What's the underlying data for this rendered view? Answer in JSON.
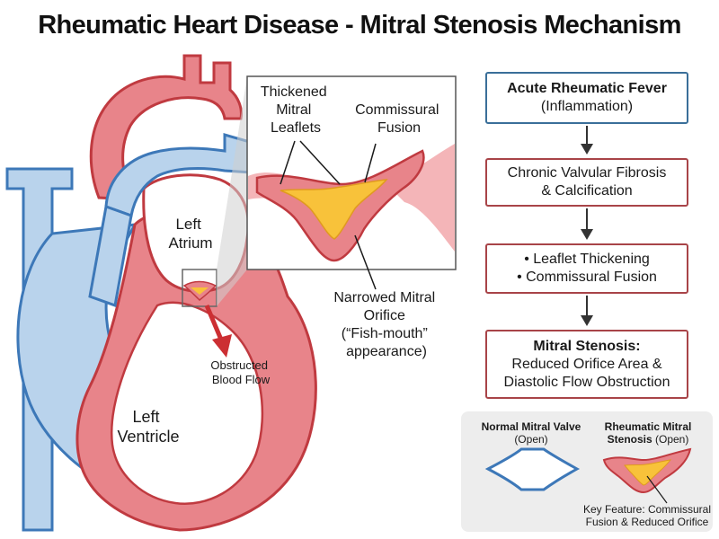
{
  "title": "Rheumatic Heart Disease - Mitral Stenosis Mechanism",
  "heart_labels": {
    "left_atrium": [
      "Left",
      "Atrium"
    ],
    "left_ventricle": [
      "Left",
      "Ventricle"
    ],
    "obstructed_flow": [
      "Obstructed",
      "Blood Flow"
    ]
  },
  "inset_labels": {
    "thickened_leaflets": [
      "Thickened",
      "Mitral",
      "Leaflets"
    ],
    "commissural_fusion": [
      "Commissural",
      "Fusion"
    ],
    "narrowed_orifice": [
      "Narrowed Mitral",
      "Orifice",
      "(“Fish-mouth”",
      "appearance)"
    ]
  },
  "flow": {
    "step1": {
      "title": "Acute Rheumatic Fever",
      "sub": "(Inflammation)"
    },
    "step2": {
      "line1": "Chronic Valvular Fibrosis",
      "line2": "& Calcification"
    },
    "step3": {
      "line1": "• Leaflet Thickening",
      "line2": "• Commissural Fusion"
    },
    "step4": {
      "title": "Mitral Stenosis:",
      "line1": "Reduced Orifice Area &",
      "line2": "Diastolic Flow Obstruction"
    }
  },
  "comparison": {
    "normal": {
      "title": "Normal Mitral Valve",
      "sub": "(Open)"
    },
    "rheumatic": {
      "title1": "Rheumatic Mitral",
      "title2": "Stenosis",
      "sub": " (Open)"
    },
    "key_feature": [
      "Key Feature: Commissural",
      "Fusion & Reduced Orifice"
    ]
  },
  "colors": {
    "red_chamber": "#e8848a",
    "red_outline": "#c03a40",
    "blue_vessel": "#b9d3ec",
    "blue_outline": "#3d78b8",
    "orifice_yellow": "#f8c23a",
    "flow_arrow": "#cc2f33"
  }
}
